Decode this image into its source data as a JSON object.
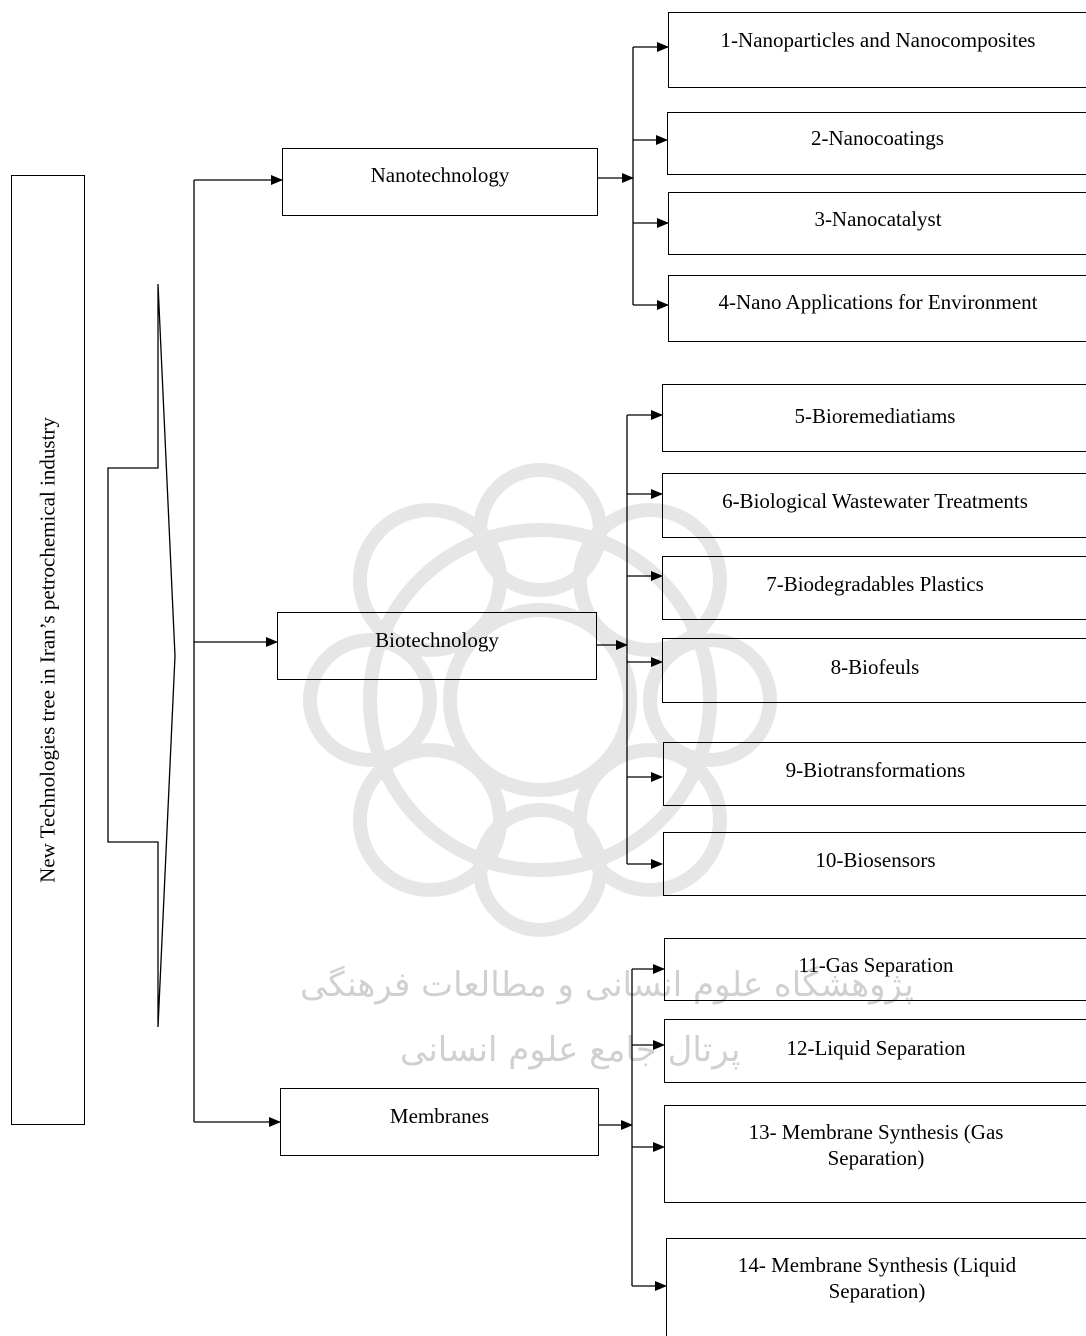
{
  "root": {
    "label": "New Technologies  tree in Iran’s petrochemical industry"
  },
  "categories": [
    {
      "label": "Nanotechnology",
      "items": [
        "1-Nanoparticles and Nanocomposites",
        "2-Nanocoatings",
        "3-Nanocatalyst",
        "4-Nano Applications for Environment"
      ]
    },
    {
      "label": "Biotechnology",
      "items": [
        "5-Bioremediatiams",
        "6-Biological Wastewater Treatments",
        "7-Biodegradables Plastics",
        "8-Biofeuls",
        "9-Biotransformations",
        "10-Biosensors"
      ]
    },
    {
      "label": "Membranes",
      "items": [
        "11-Gas Separation",
        "12-Liquid Separation",
        "13- Membrane Synthesis (Gas Separation)",
        "14- Membrane Synthesis (Liquid Separation)"
      ]
    }
  ],
  "watermark": {
    "line1": "پژوهشگاه علوم انسانی و مطالعات فرهنگی",
    "line2": "پرتال جامع علوم انسانی"
  }
}
